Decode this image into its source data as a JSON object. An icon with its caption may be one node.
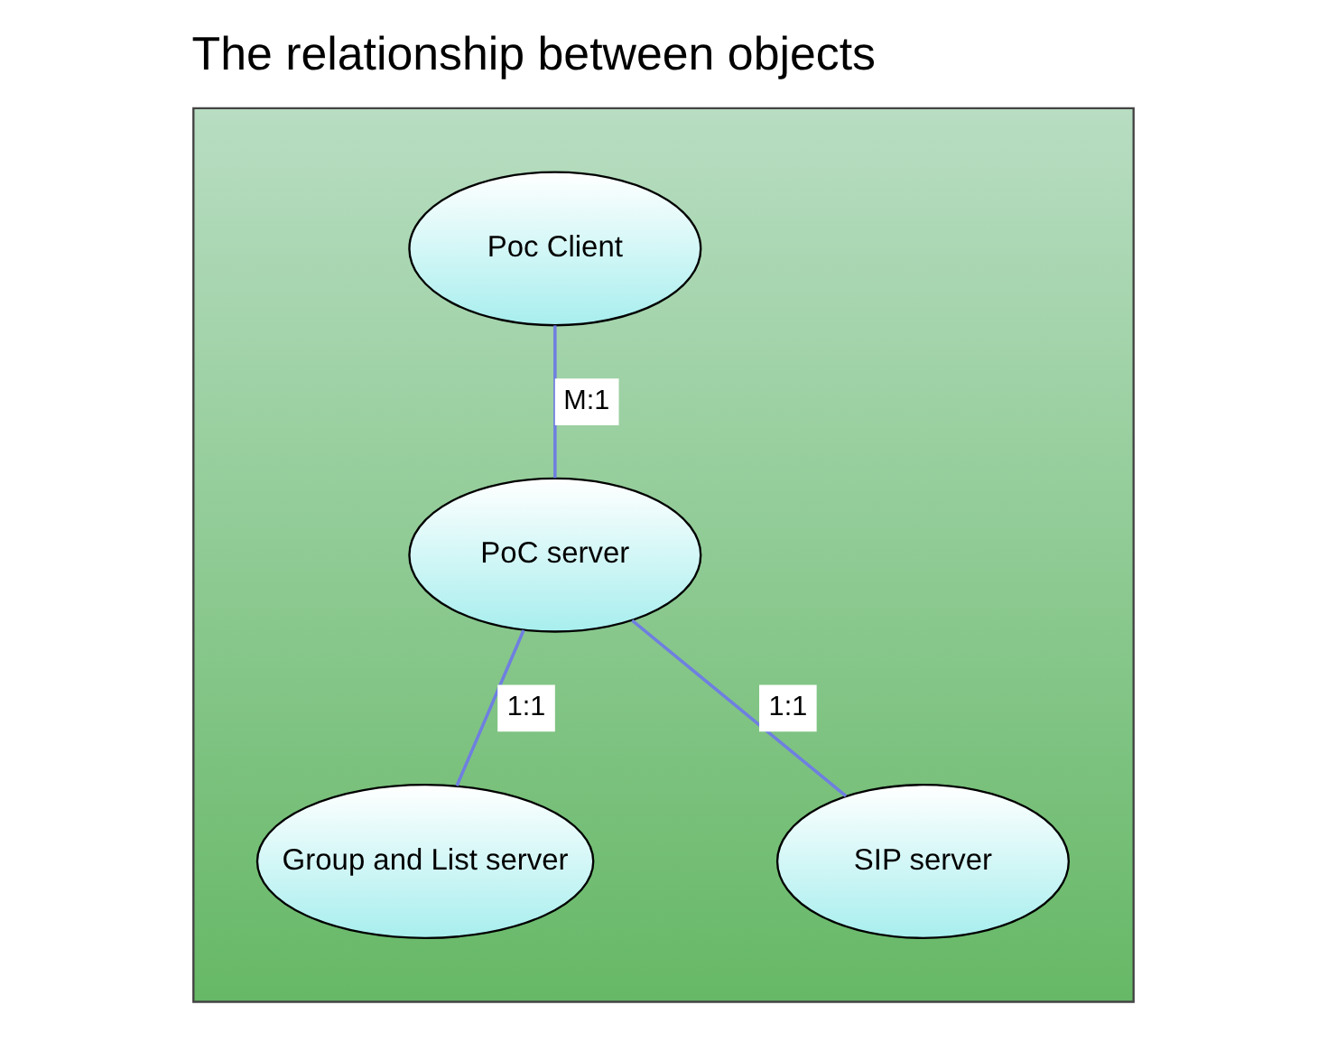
{
  "diagram": {
    "title": "The relationship between objects",
    "nodes": [
      {
        "text": [],
        "shape": "box"
      },
      {
        "text": [
          "Poc Client"
        ],
        "in": 0
      },
      {
        "text": [
          "PoC server"
        ],
        "in": 0
      },
      {
        "text": [
          "Group and List server"
        ],
        "in": 0
      },
      {
        "text": [
          "SIP server"
        ],
        "in": 0
      }
    ],
    "edges": [
      {
        "from": 1,
        "to": 2,
        "arrow": "none",
        "label": "M:1"
      },
      {
        "from": 2,
        "to": 3,
        "arrow": "none",
        "label": "1:1"
      },
      {
        "from": 2,
        "to": 4,
        "arrow": "none",
        "label": "1:1"
      }
    ]
  }
}
